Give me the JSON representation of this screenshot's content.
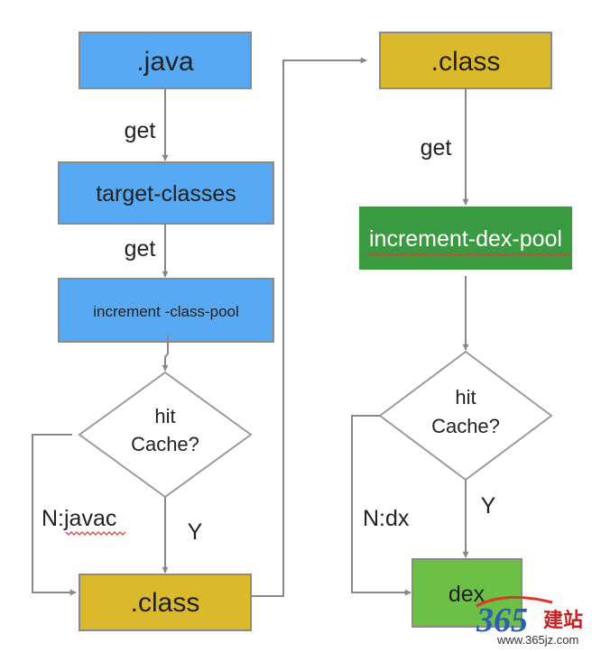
{
  "nodes": {
    "java": {
      "label": ".java",
      "color": "#56a9f2"
    },
    "target_classes": {
      "label": "target-classes",
      "color": "#56a9f2"
    },
    "increment_class_pool": {
      "label": "increment -class-pool",
      "color": "#56a9f2"
    },
    "hit_cache_left": {
      "line1": "hit",
      "line2": "Cache?"
    },
    "class_bottom": {
      "label": ".class",
      "color": "#dbb92c"
    },
    "class_top": {
      "label": ".class",
      "color": "#dbb92c"
    },
    "increment_dex_pool": {
      "label": "increment-dex-pool",
      "color": "#3a9a40"
    },
    "hit_cache_right": {
      "line1": "hit",
      "line2": "Cache?"
    },
    "dex": {
      "label": "dex",
      "color": "#6cc046"
    }
  },
  "edge_labels": {
    "get_1": "get",
    "get_2": "get",
    "get_3": "get",
    "n_javac": "N:javac",
    "y_left": "Y",
    "n_dx": "N:dx",
    "y_right": "Y"
  },
  "watermark": {
    "digits": "365",
    "cn": "建站",
    "url": "www.365jz.com"
  }
}
